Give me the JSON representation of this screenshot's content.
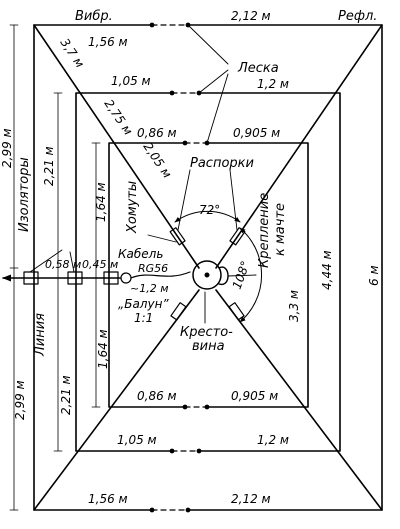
{
  "labels": {
    "vibr": "Вибр.",
    "refl": "Рефл.",
    "leska": "Леска",
    "rasporki": "Распорки",
    "khomuty": "Хомуты",
    "izolyatory": "Изоляторы",
    "kabel": "Кабель",
    "cable_type": "RG56",
    "balun": "„Балун”",
    "balun_ratio": "1:1",
    "liniya": "Линия",
    "krestovina_1": "Кресто-",
    "krestovina_2": "вина",
    "kreplenie_1": "Крепление",
    "kreplenie_2": "к мачте"
  },
  "dimensions": {
    "top_outer_left": "1,56 м",
    "top_outer_right": "2,12 м",
    "top_mid_left": "1,05 м",
    "top_mid_right": "1,2 м",
    "top_inner_left": "0,86 м",
    "top_inner_right": "0,905 м",
    "bottom_inner_left": "0,86 м",
    "bottom_inner_right": "0,905 м",
    "bottom_mid_left": "1,05 м",
    "bottom_mid_right": "1,2 м",
    "bottom_outer_left": "1,56 м",
    "bottom_outer_right": "2,12 м",
    "diag_outer": "3,7 м",
    "diag_mid": "2,75 м",
    "diag_inner": "2,05 м",
    "left_outer_top": "2,99 м",
    "left_outer_bottom": "2,99 м",
    "left_mid_top": "2,21 м",
    "left_mid_bottom": "2,21 м",
    "left_inner_top": "1,64 м",
    "left_inner_bottom": "1,64 м",
    "right_inner": "3,3 м",
    "right_mid": "4,44 м",
    "right_outer": "6 м",
    "angle_top": "72°",
    "angle_right": "108°",
    "line_a": "0,58 м",
    "line_b": "0,45 м",
    "cable_len": "~1,2 м"
  }
}
